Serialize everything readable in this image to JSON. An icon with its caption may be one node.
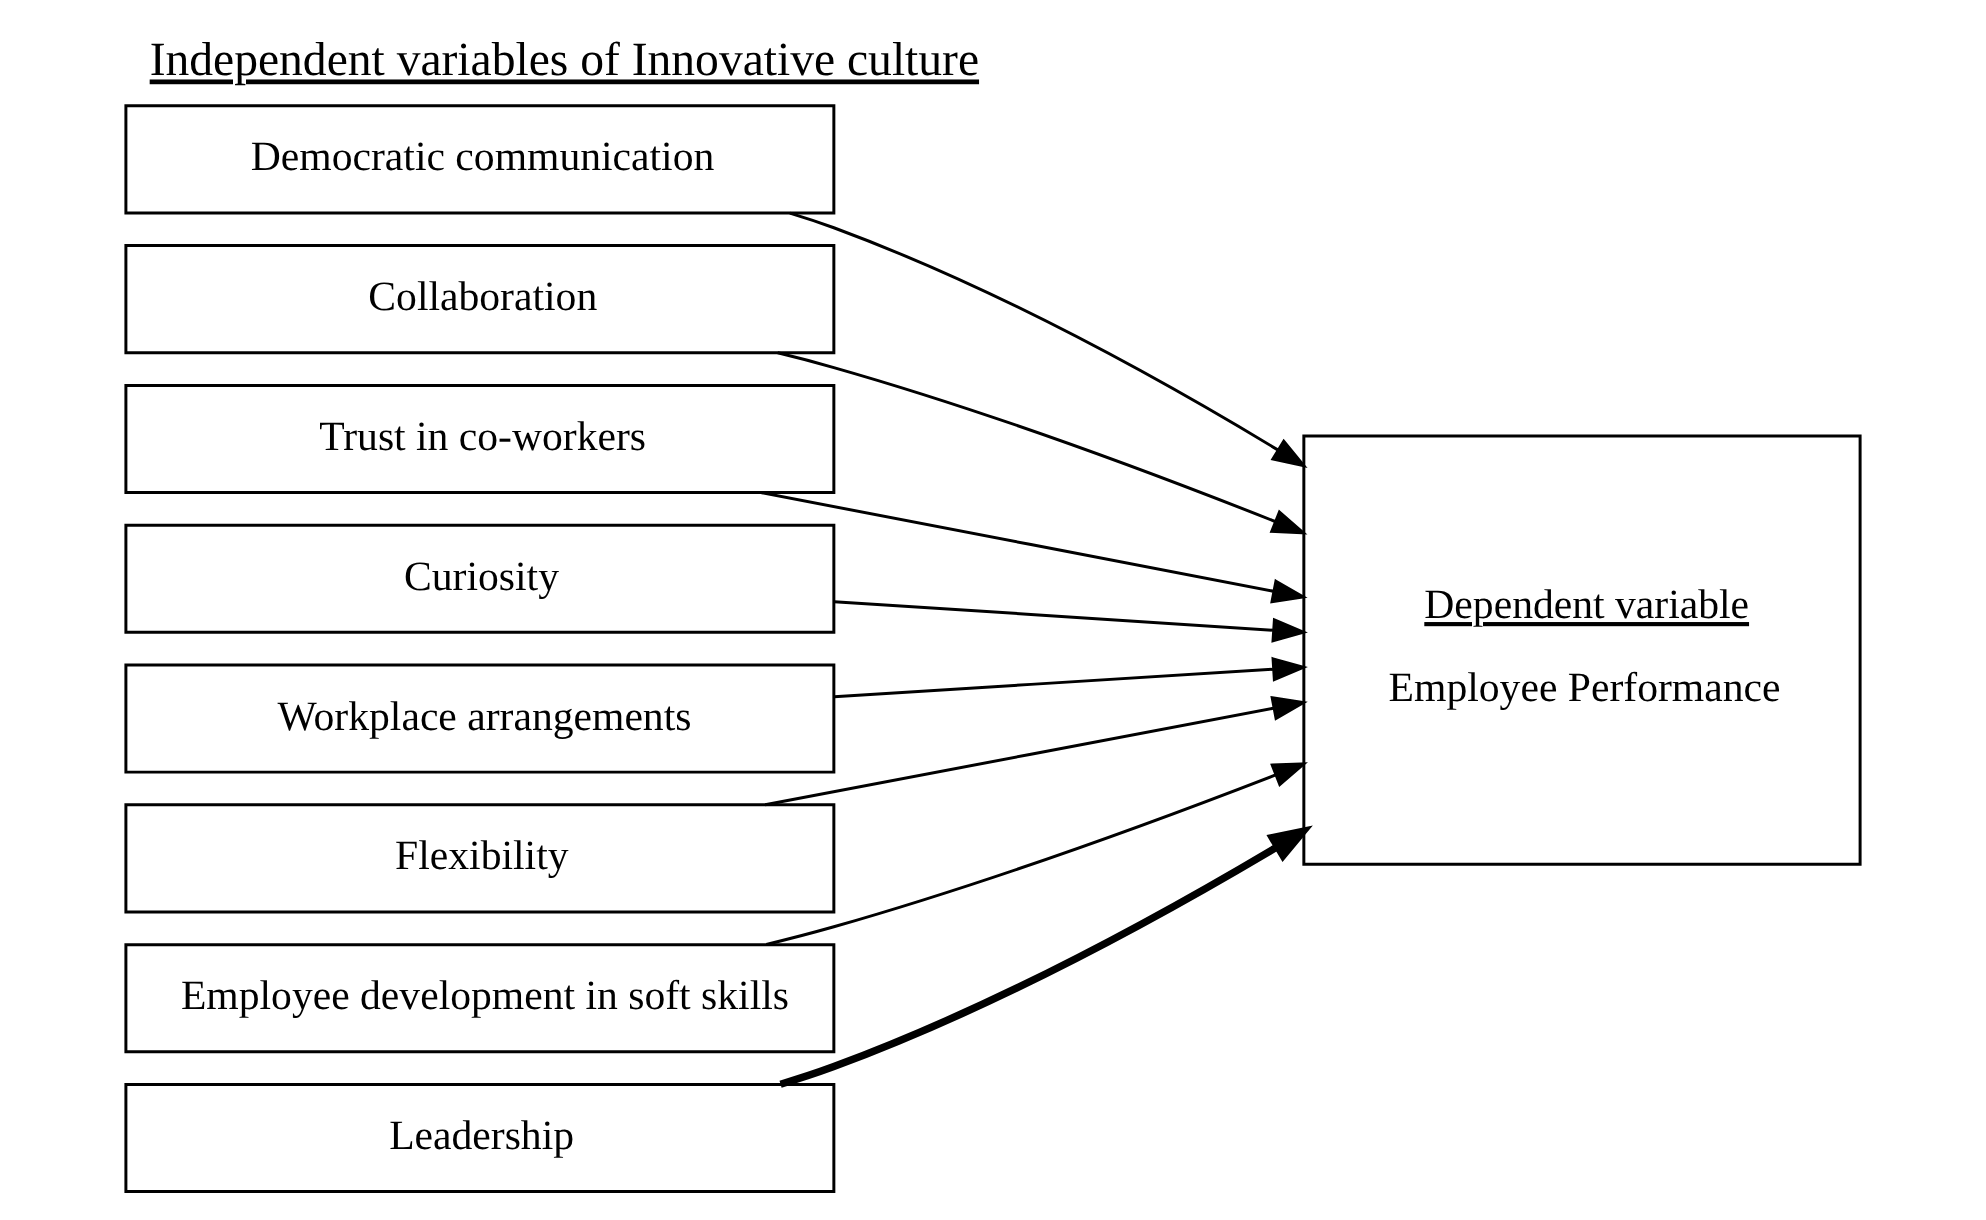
{
  "diagram": {
    "title": "Independent variables of Innovative culture",
    "nodes": [
      {
        "text": [
          "Democratic communication"
        ]
      },
      {
        "text": [
          "Collaboration"
        ]
      },
      {
        "text": [
          "Trust in co-workers"
        ]
      },
      {
        "text": [
          "Curiosity"
        ]
      },
      {
        "text": [
          "Workplace arrangements"
        ]
      },
      {
        "text": [
          "Flexibility"
        ]
      },
      {
        "text": [
          "Employee development in soft skills"
        ]
      },
      {
        "text": [
          "Leadership"
        ]
      },
      {
        "text": [
          "Dependent variable",
          "Employee Performance"
        ]
      }
    ],
    "edges": [
      {
        "from": 0,
        "to": 8,
        "arrow": "to"
      },
      {
        "from": 1,
        "to": 8,
        "arrow": "to"
      },
      {
        "from": 2,
        "to": 8,
        "arrow": "to"
      },
      {
        "from": 3,
        "to": 8,
        "arrow": "to"
      },
      {
        "from": 4,
        "to": 8,
        "arrow": "to"
      },
      {
        "from": 5,
        "to": 8,
        "arrow": "to"
      },
      {
        "from": 6,
        "to": 8,
        "arrow": "to"
      },
      {
        "from": 7,
        "to": 8,
        "arrow": "to",
        "style": "thick"
      }
    ]
  }
}
